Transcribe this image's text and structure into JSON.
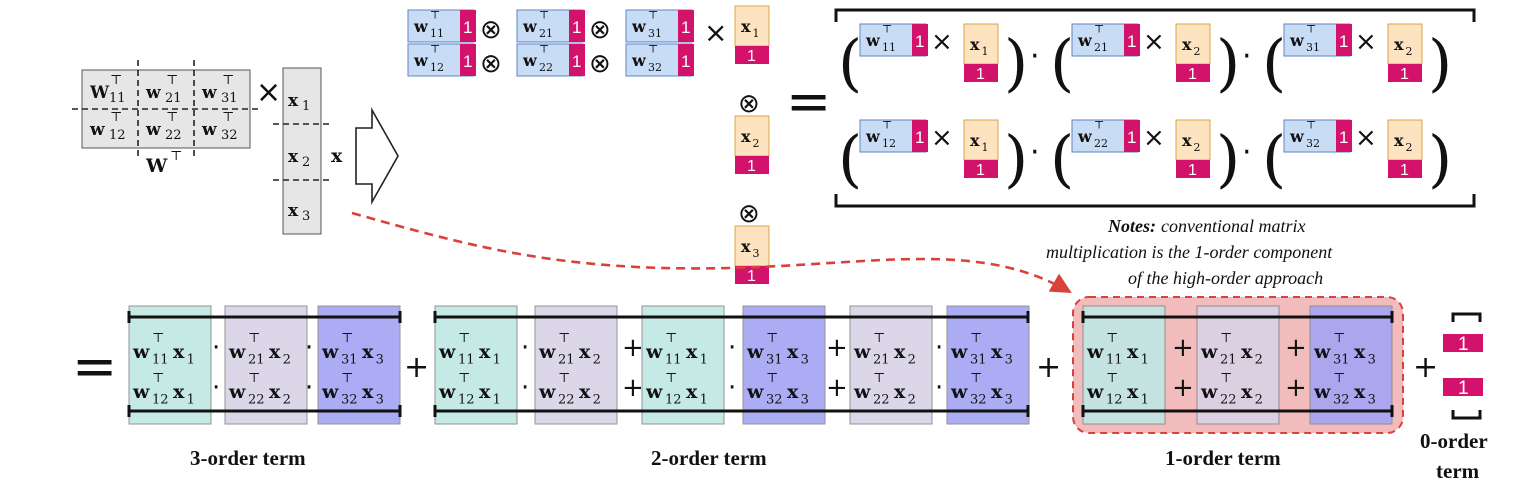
{
  "symbols": {
    "w_label": "W",
    "x_label": "x",
    "x1": "x",
    "x1s": "1",
    "x2": "x",
    "x2s": "2",
    "x3": "x",
    "x3s": "3",
    "one": "1",
    "times": "×",
    "otimes": "⊗",
    "plus": "+",
    "dot": "·",
    "equals": "="
  },
  "weights": [
    "11",
    "21",
    "31",
    "12",
    "22",
    "32"
  ],
  "notes": {
    "bold": "Notes:",
    "line1": "conventional matrix",
    "line2": "multiplication is the 1-order component",
    "line3": "of the high-order approach"
  },
  "term_labels": {
    "order3": "3-order term",
    "order2": "2-order term",
    "order1": "1-order term",
    "order0_a": "0-order",
    "order0_b": "term"
  },
  "colors": {
    "blue_fill": "#c9dcf5",
    "blue_stroke": "#5d86c4",
    "orange_fill": "#fde3bf",
    "orange_stroke": "#d9a44a",
    "magenta": "#d3136b",
    "teal": "#bfe8e4",
    "lavender": "#d8d3e6",
    "violet": "#a4a4f4",
    "highlight": "#f3bcbc",
    "arrow_red": "#d9413b",
    "gray_cell": "#e6e6e6"
  }
}
